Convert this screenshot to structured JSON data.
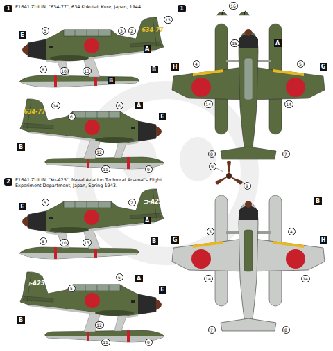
{
  "diagram": {
    "labels": [
      "1",
      "E16A1 ZUIUN, \"634-77\", 634 Kokutai, Kure, Japan, 1944.",
      "634-77",
      "5",
      "E",
      "3",
      "2",
      "15",
      "A",
      "B",
      "B",
      "8",
      "10",
      "13",
      "634-77",
      "14",
      "6",
      "6",
      "A",
      "E",
      "B",
      "12",
      "11",
      "9",
      "1",
      "16",
      "15",
      "A",
      "4",
      "5",
      "H",
      "G",
      "14",
      "14",
      "8",
      "7",
      "9",
      "9",
      "2",
      "E16A1 ZUIUN, \"Ko-A25\", Naval Aviation Technical Arsenal's Flight Experiment Department, Japan, Spring 1943.",
      "コ-A25",
      "E",
      "5",
      "2",
      "A",
      "B",
      "8",
      "10",
      "13",
      "コ-A25",
      "5",
      "6",
      "A",
      "E",
      "B",
      "12",
      "11",
      "9",
      "B",
      "3",
      "4",
      "G",
      "H",
      "14",
      "14",
      "7",
      "8"
    ]
  }
}
